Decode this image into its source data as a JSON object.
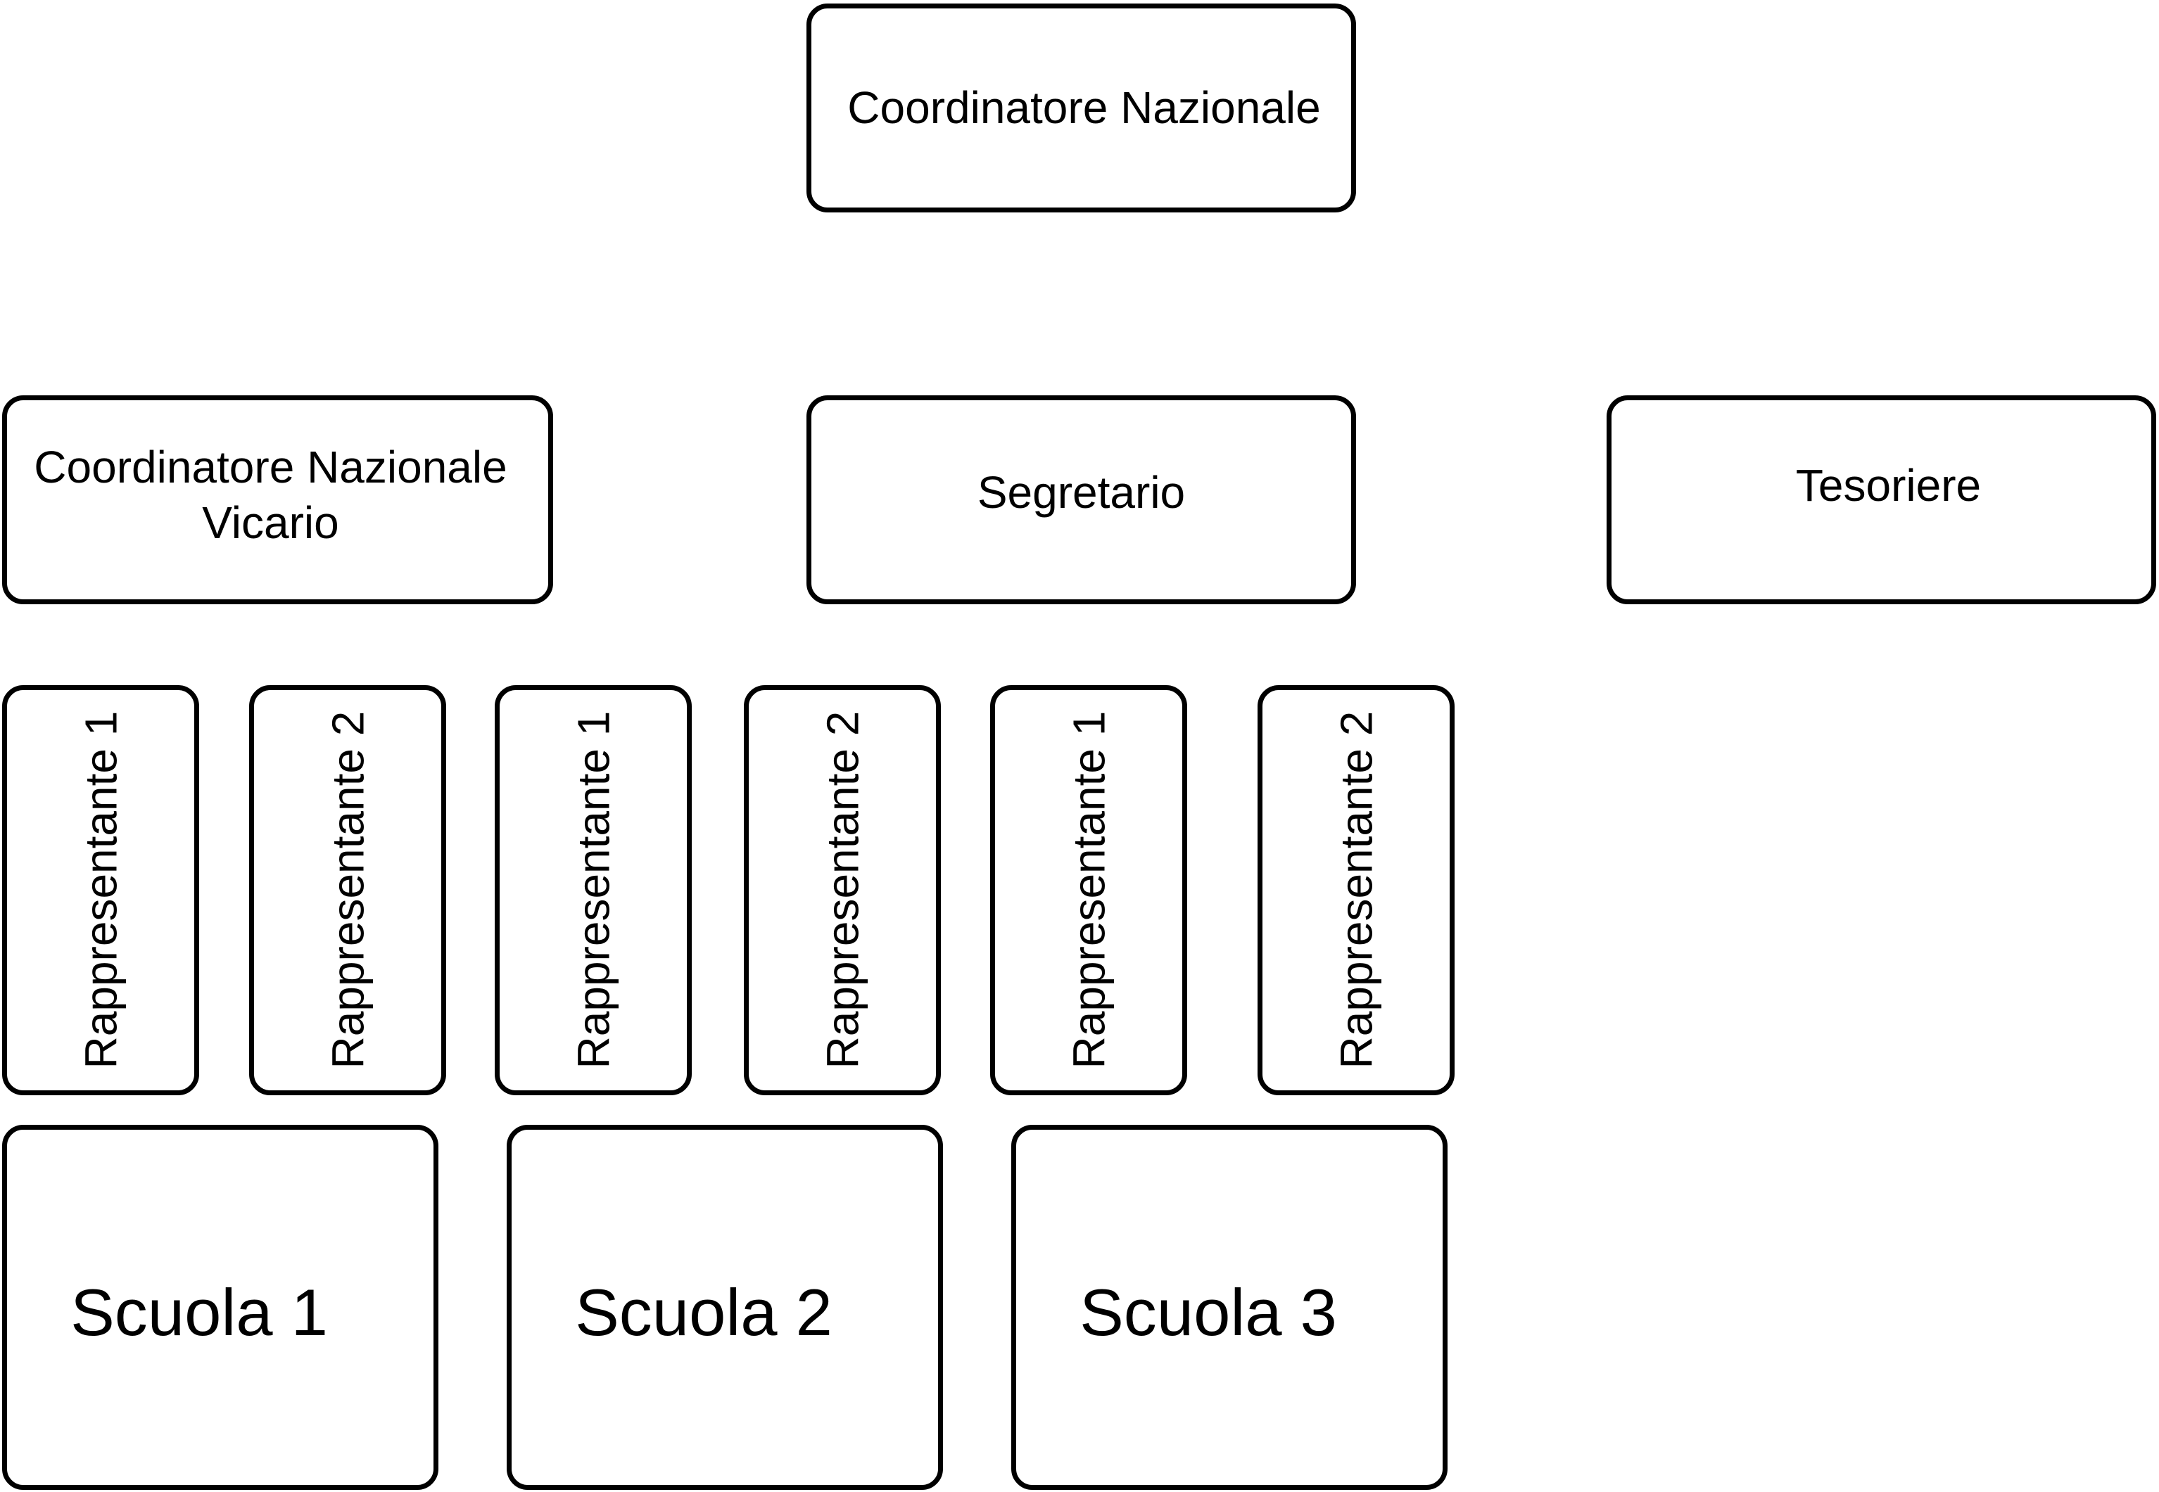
{
  "org_chart": {
    "top": "Coordinatore Nazionale",
    "second_level": [
      "Coordinatore Nazionale\nVicario",
      "Segretario",
      "Tesoriere"
    ],
    "representatives": [
      "Rappresentante 1",
      "Rappresentante 2",
      "Rappresentante 1",
      "Rappresentante 2",
      "Rappresentante 1",
      "Rappresentante 2"
    ],
    "schools": [
      "Scuola 1",
      "Scuola 2",
      "Scuola 3"
    ]
  },
  "colors": {
    "border": "#000000",
    "background": "#ffffff",
    "text": "#000000"
  }
}
